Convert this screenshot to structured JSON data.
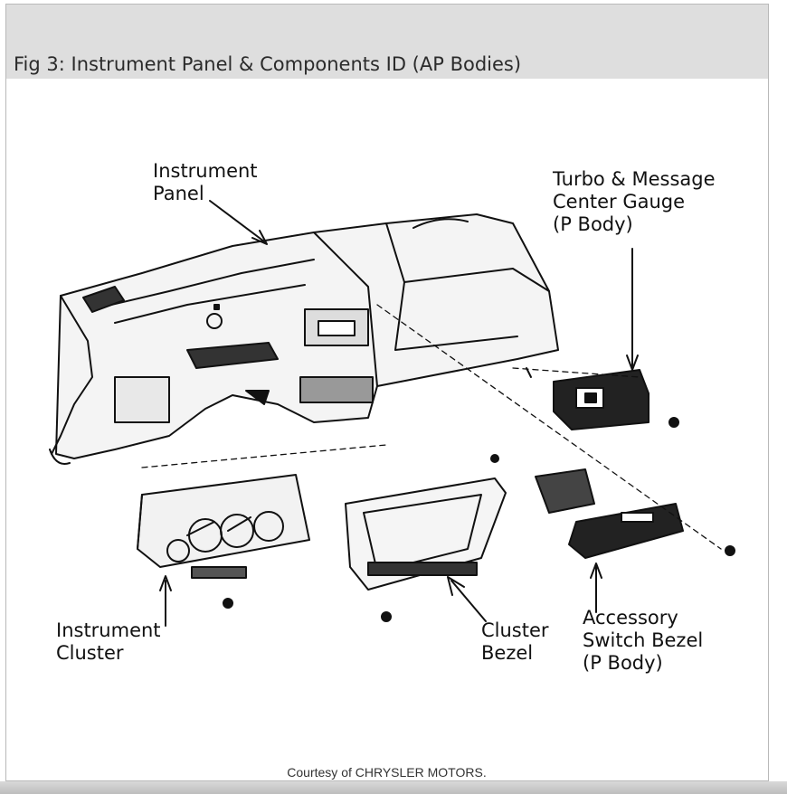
{
  "figure": {
    "caption": "Fig 3: Instrument Panel & Components ID (AP Bodies)",
    "courtesy": "Courtesy of CHRYSLER MOTORS."
  },
  "labels": {
    "instrument_panel": [
      "Instrument",
      "Panel"
    ],
    "turbo_gauge": [
      "Turbo & Message",
      "Center Gauge",
      "(P Body)"
    ],
    "instrument_cluster": [
      "Instrument",
      "Cluster"
    ],
    "cluster_bezel": [
      "Cluster",
      "Bezel"
    ],
    "accessory_bezel": [
      "Accessory",
      "Switch Bezel",
      "(P Body)"
    ]
  }
}
